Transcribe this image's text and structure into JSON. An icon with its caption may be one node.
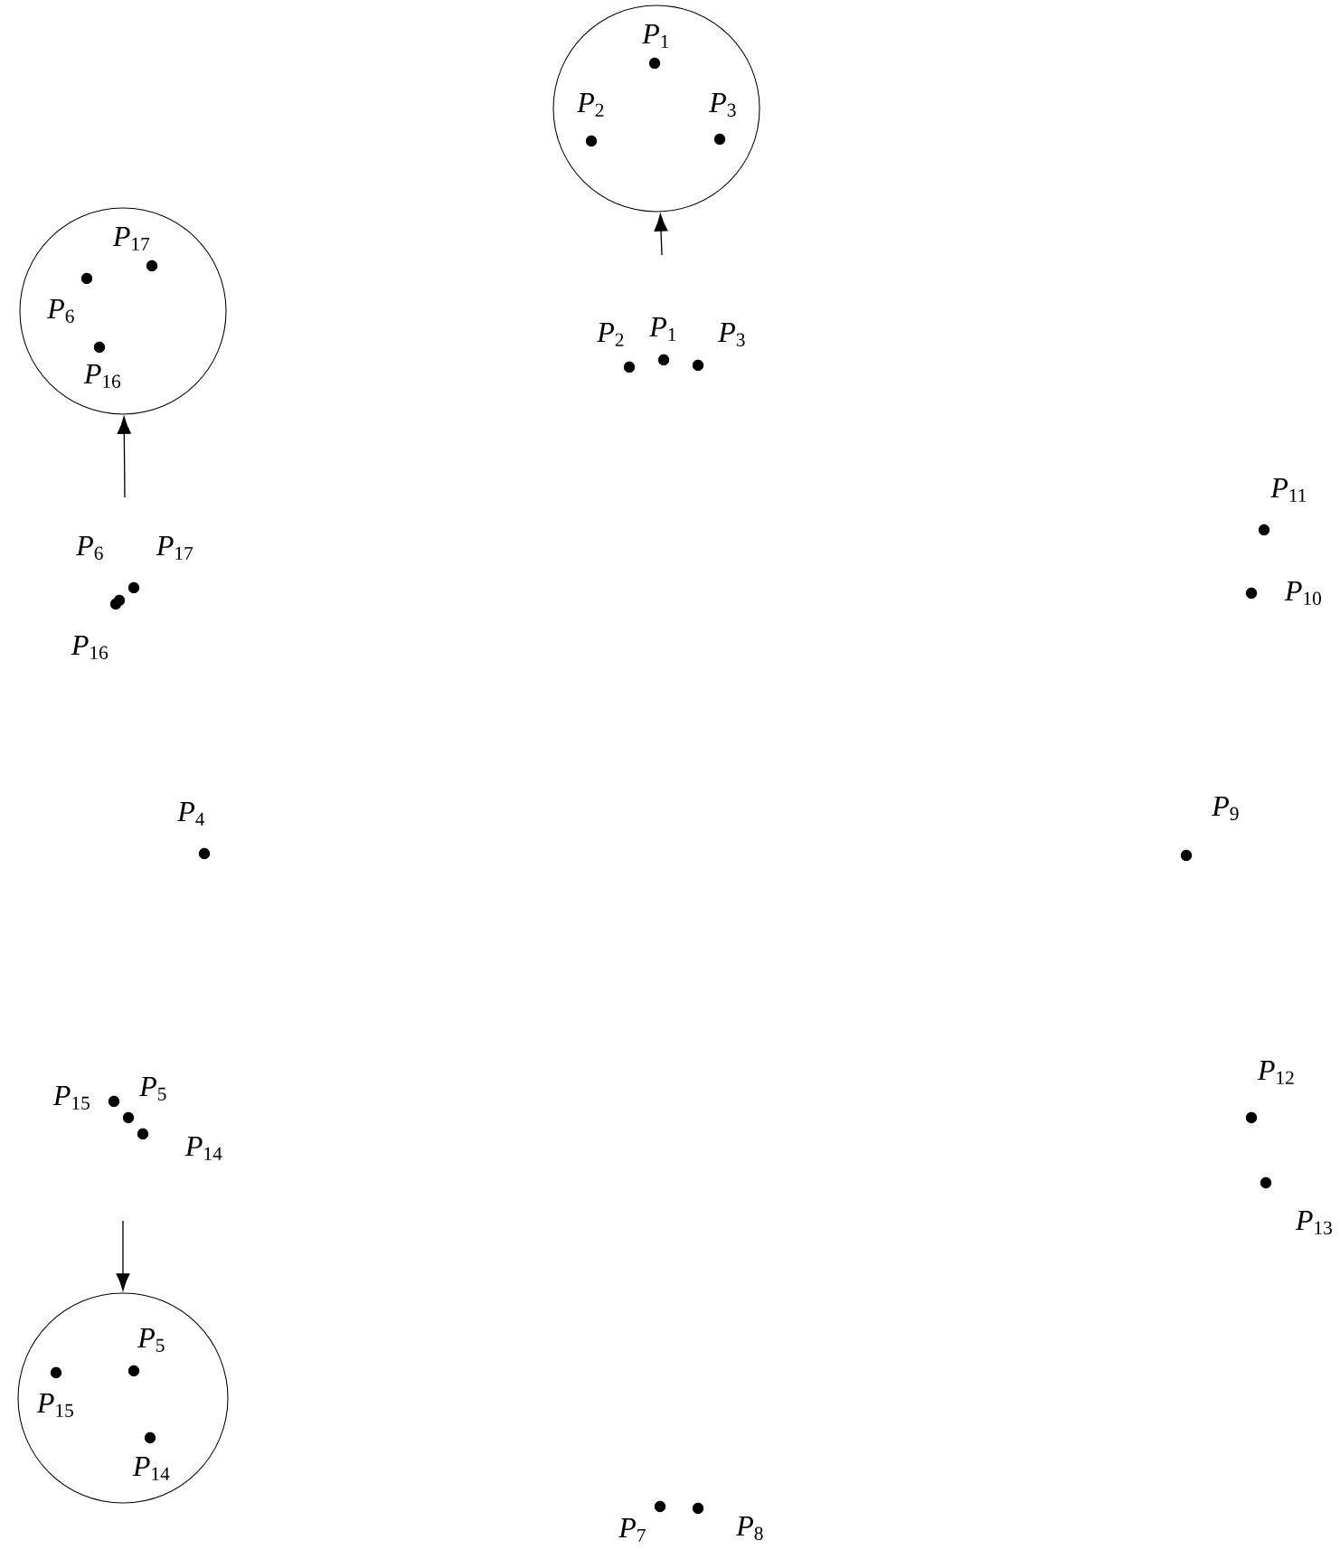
{
  "diagram": {
    "nodes": [
      {
        "text": [
          "*P*$_{1}$",
          "*P*$_{2}$",
          "*P*$_{3}$"
        ]
      },
      {
        "text": [
          "*P*$_{17}$",
          "*P*$_{6}$",
          "*P*$_{16}$"
        ]
      },
      {
        "text": [
          "*P*$_{5}$",
          "*P*$_{15}$",
          "*P*$_{14}$"
        ]
      }
    ],
    "edges": [
      {
        "from": null,
        "to": 0,
        "arrow": "to"
      },
      {
        "from": null,
        "to": 1,
        "arrow": "to"
      },
      {
        "from": null,
        "to": 2,
        "arrow": "to"
      }
    ],
    "labels": [
      "*P*$_{2}$",
      "*P*$_{1}$",
      "*P*$_{3}$",
      "*P*$_{11}$",
      "*P*$_{6}$",
      "*P*$_{17}$",
      "*P*$_{10}$",
      "*P*$_{16}$",
      "*P*$_{4}$",
      "*P*$_{9}$",
      "*P*$_{12}$",
      "*P*$_{15}$",
      "*P*$_{5}$",
      "*P*$_{14}$",
      "*P*$_{13}$",
      "*P*$_{7}$",
      "*P*$_{8}$"
    ]
  }
}
